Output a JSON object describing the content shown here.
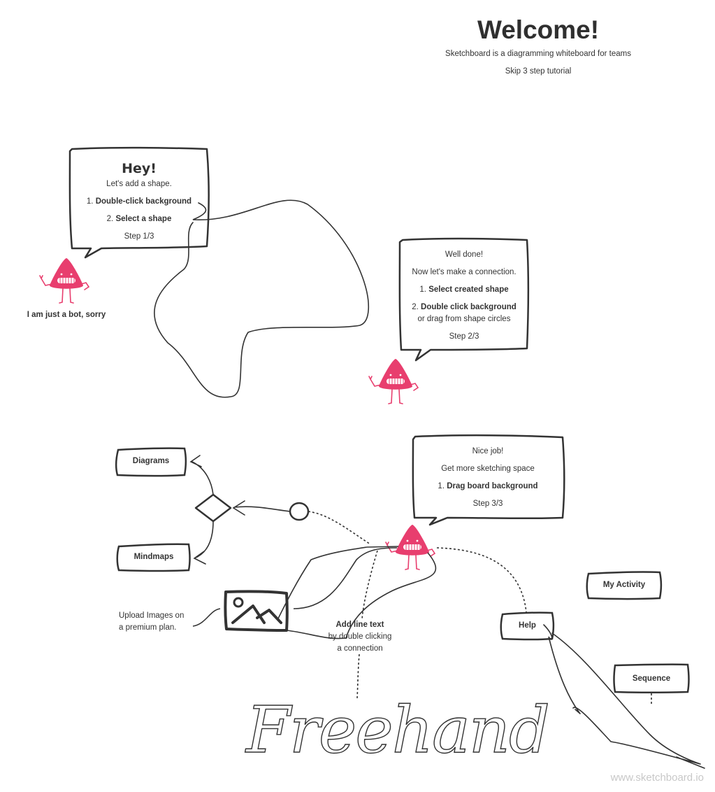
{
  "header": {
    "title": "Welcome!",
    "subtitle": "Sketchboard is a diagramming whiteboard for teams",
    "skip_link": "Skip 3 step tutorial"
  },
  "step1": {
    "heading": "Hey!",
    "intro": "Let's add a shape.",
    "item1_num": "1.",
    "item1": "Double-click background",
    "item2_num": "2.",
    "item2": "Select a shape",
    "step": "Step 1/3"
  },
  "bot_caption": "I am just a bot, sorry",
  "step2": {
    "line1": "Well done!",
    "line2": "Now let's make a connection.",
    "item1_num": "1.",
    "item1": "Select created shape",
    "item2_num": "2.",
    "item2": "Double click background",
    "item2_sub": "or drag from shape circles",
    "step": "Step 2/3"
  },
  "step3": {
    "line1": "Nice job!",
    "line2": "Get more sketching space",
    "item1_num": "1.",
    "item1": "Drag board background",
    "step": "Step 3/3"
  },
  "nodes": {
    "diagrams": "Diagrams",
    "mindmaps": "Mindmaps",
    "my_activity": "My Activity",
    "help": "Help",
    "sequence": "Sequence"
  },
  "upload_note": {
    "line1": "Upload Images on",
    "line2": "a premium plan."
  },
  "line_text_note": {
    "line1": "Add line text",
    "line2": "by double clicking",
    "line3": "a connection"
  },
  "freehand_label": "Freehand",
  "watermark": "www.sketchboard.io",
  "colors": {
    "stroke": "#333333",
    "mascot": "#e83e6e",
    "text": "#333333",
    "watermark": "#c8c8c8"
  }
}
